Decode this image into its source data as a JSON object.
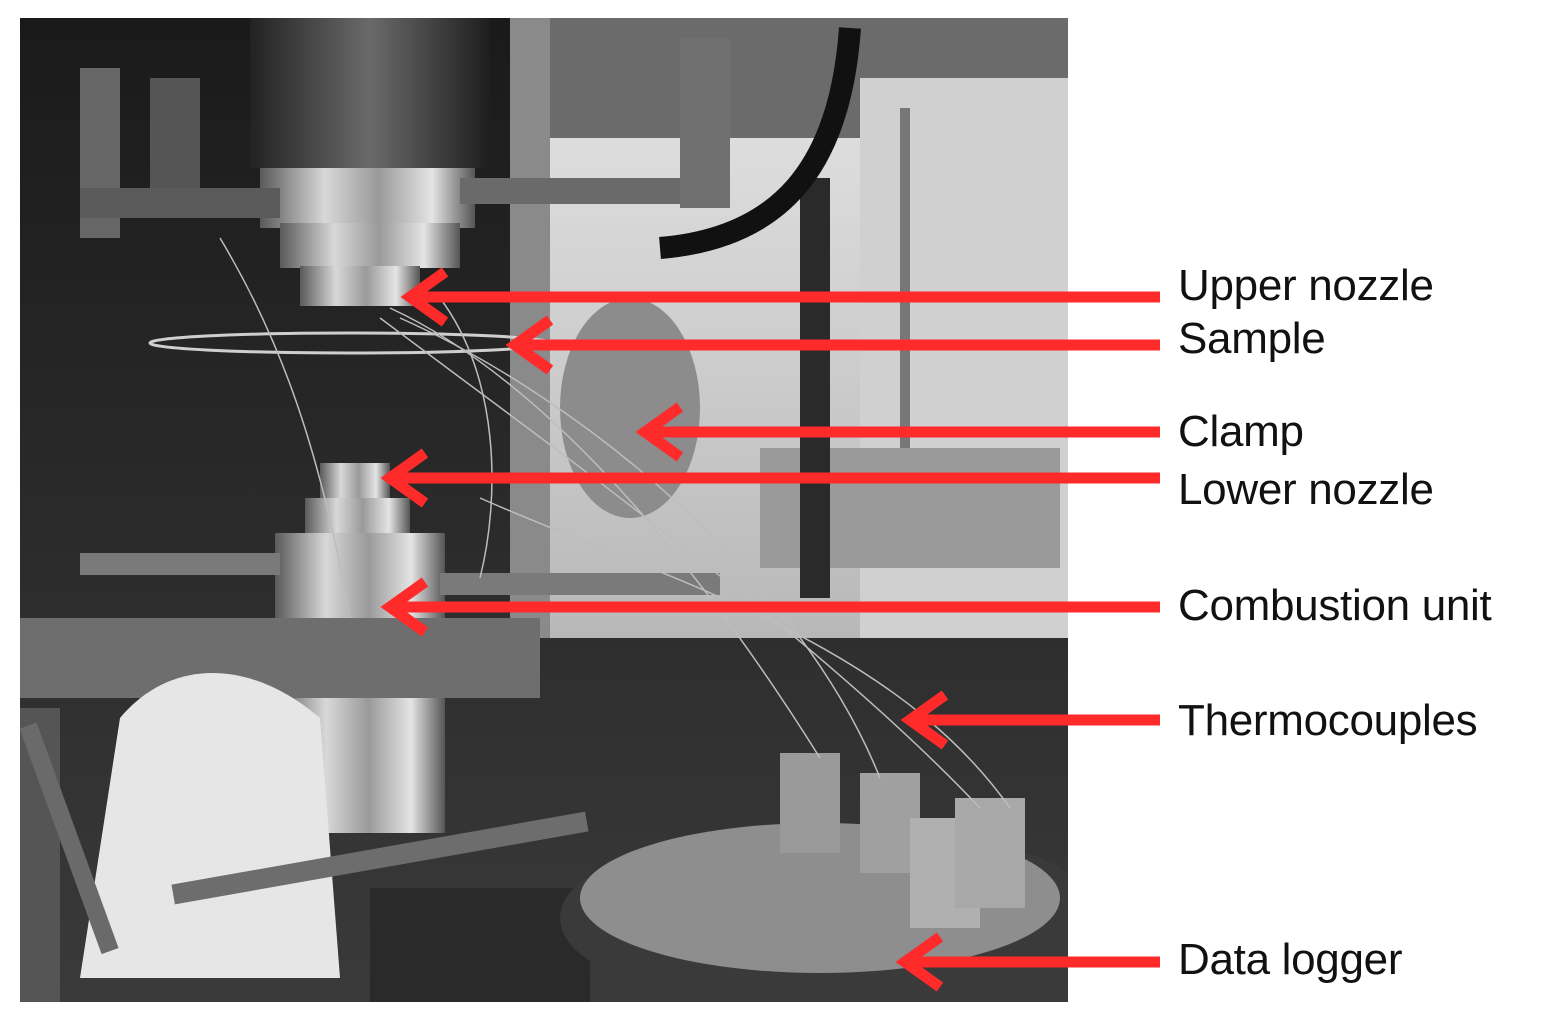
{
  "colors": {
    "arrow": "#ff2a2a",
    "background": "#ffffff",
    "text": "#111111"
  },
  "photo": {
    "subject": "grayscale photograph of a test apparatus"
  },
  "labels": [
    {
      "key": "upper-nozzle",
      "text": "Upper nozzle"
    },
    {
      "key": "sample",
      "text": "Sample"
    },
    {
      "key": "clamp",
      "text": "Clamp"
    },
    {
      "key": "lower-nozzle",
      "text": "Lower nozzle"
    },
    {
      "key": "combustion-unit",
      "text": "Combustion unit"
    },
    {
      "key": "thermocouples",
      "text": "Thermocouples"
    },
    {
      "key": "data-logger",
      "text": "Data logger"
    }
  ]
}
